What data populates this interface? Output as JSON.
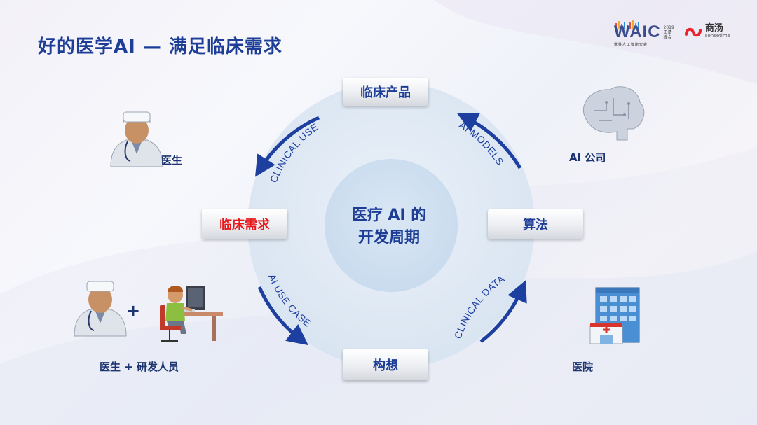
{
  "slide": {
    "title": "好的医学AI — 满足临床需求"
  },
  "logos": {
    "waic": {
      "text": "WAIC",
      "subtitle": "世界人工智能大会",
      "side_lines": [
        "2019",
        "正请",
        "峰会"
      ]
    },
    "sensetime": {
      "name_cn": "商汤",
      "name_en": "sensetime"
    }
  },
  "diagram": {
    "center_line1": "医疗 AI 的",
    "center_line2": "开发周期",
    "nodes": {
      "top": "临床产品",
      "right": "算法",
      "bottom": "构想",
      "left": "临床需求"
    },
    "arc_labels": {
      "top_left": "CLINICAL USE",
      "top_right": "AI MODELS",
      "bottom_right": "CLINICAL DATA",
      "bottom_left": "AI USE CASE"
    },
    "actors": {
      "doctor": "医生",
      "ai_company": "AI 公司",
      "hospital": "医院",
      "doctor_rd": "医生 + 研发人员",
      "plus": "+"
    },
    "colors": {
      "title_blue": "#1d3d96",
      "arrow_blue": "#1c3fa0",
      "highlight_red": "#e8191c",
      "circle_light": "#e2ecf6"
    }
  }
}
